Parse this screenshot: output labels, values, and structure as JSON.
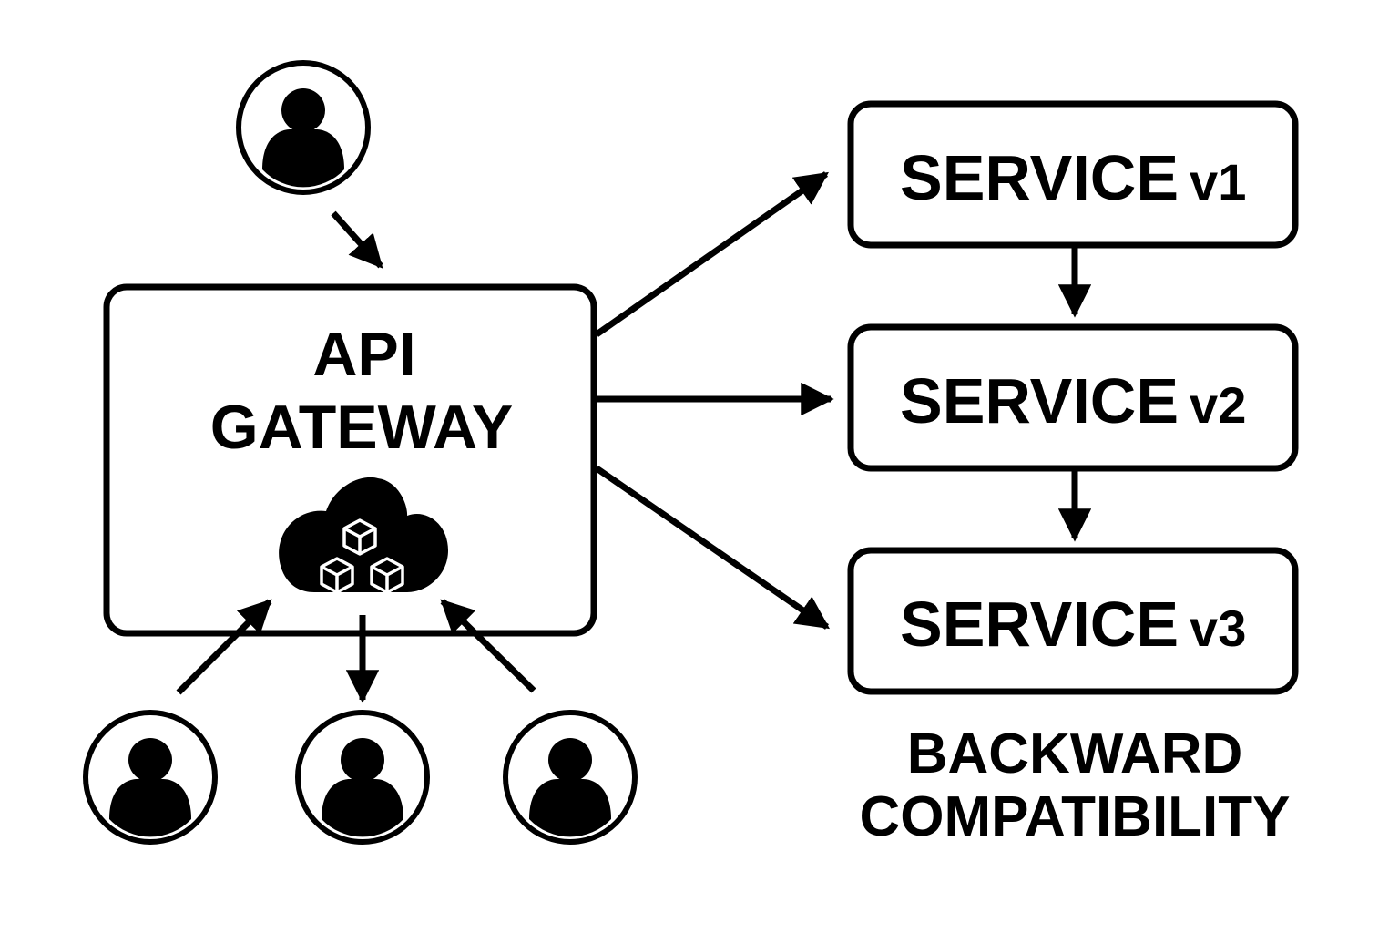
{
  "colors": {
    "stroke": "#000000",
    "background": "#ffffff",
    "icon_inner": "#ffffff"
  },
  "gateway": {
    "line1": "API",
    "line2": "GATEWAY",
    "icon": "cloud-cubes-icon"
  },
  "services": [
    {
      "name": "SERVICE",
      "version": "v1"
    },
    {
      "name": "SERVICE",
      "version": "v2"
    },
    {
      "name": "SERVICE",
      "version": "v3"
    }
  ],
  "caption": {
    "line1": "BACKWARD",
    "line2": "COMPATIBILITY"
  },
  "users": [
    {
      "icon": "user-icon"
    },
    {
      "icon": "user-icon"
    },
    {
      "icon": "user-icon"
    },
    {
      "icon": "user-icon"
    }
  ]
}
